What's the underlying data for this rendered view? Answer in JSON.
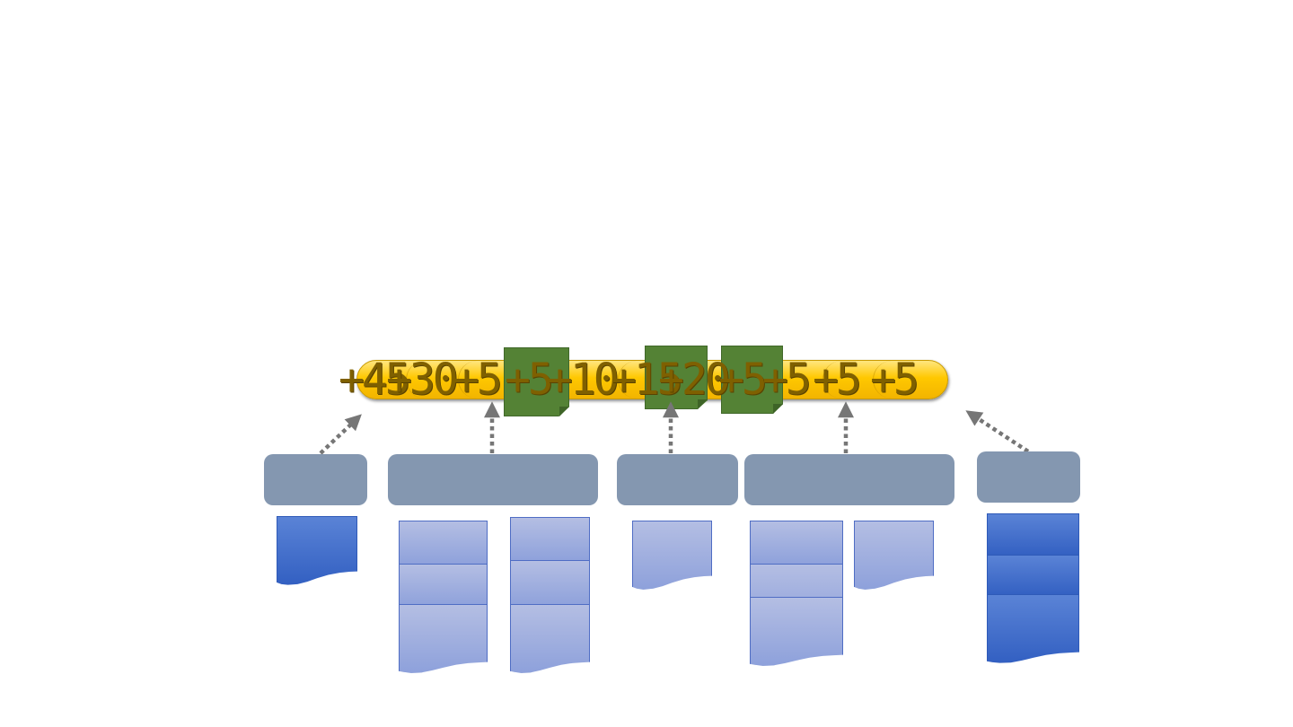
{
  "timeline": {
    "durations": [
      "+45",
      "+30",
      "+5",
      "+5",
      "+10",
      "+15",
      "+20",
      "+5",
      "+5",
      "+5",
      "+5"
    ]
  },
  "colors": {
    "timeline_bar": "#ffc800",
    "note": "#548235",
    "phase_box": "#8497b0",
    "document_light": "#8ea1db",
    "document_dark": "#3360c2",
    "arrow": "#767676",
    "label": "#7f6000"
  }
}
